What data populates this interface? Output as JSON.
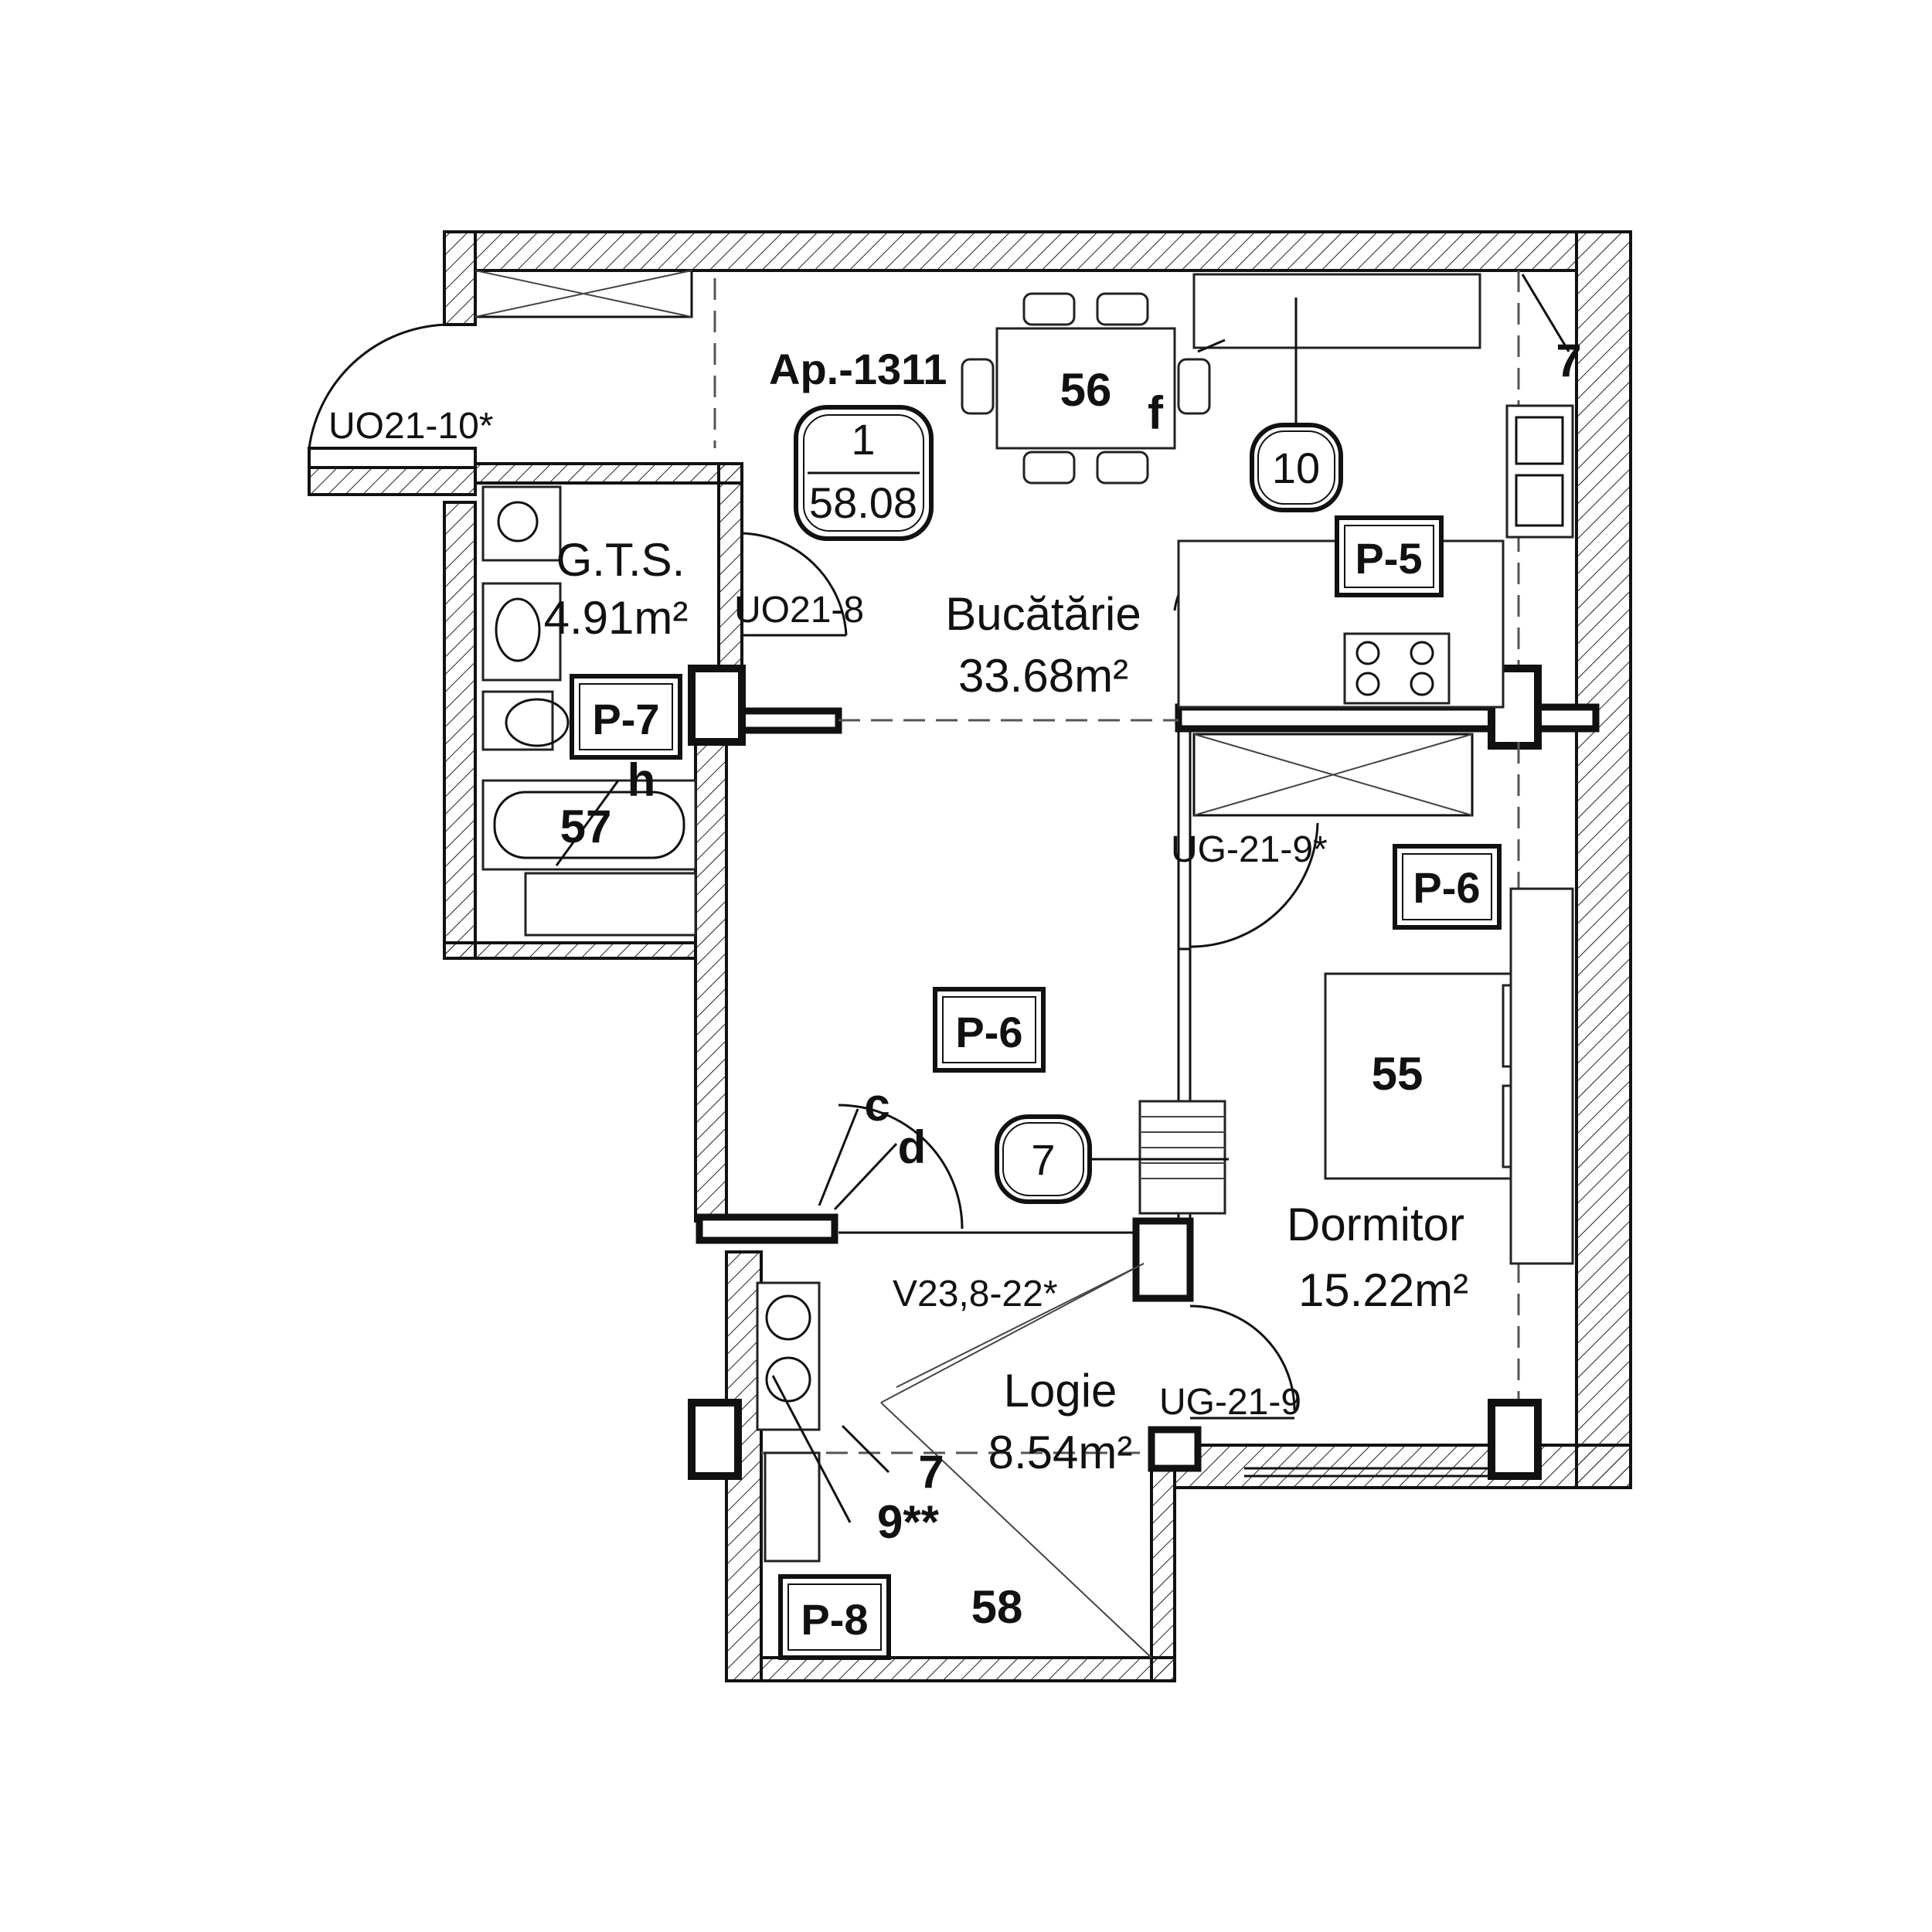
{
  "apartment": {
    "label": "Ap.-1311",
    "rooms_count": "1",
    "total_area": "58.08"
  },
  "rooms": [
    {
      "name": "Bucătărie",
      "area": "33.68m²"
    },
    {
      "name": "G.T.S.",
      "area": "4.91m²"
    },
    {
      "name": "Dormitor",
      "area": "15.22m²"
    },
    {
      "name": "Logie",
      "area": "8.54m²"
    }
  ],
  "finish_tags": [
    "P-5",
    "P-7",
    "P-6",
    "P-6",
    "P-8"
  ],
  "circle_tags": [
    "10",
    "7"
  ],
  "door_labels": [
    "UO21-10*",
    "UO21-8",
    "UG-21-9*",
    "UG-21-9"
  ],
  "window_labels": [
    "V23,8-22*"
  ],
  "numbers": [
    "56",
    "57",
    "55",
    "58",
    "7",
    "7",
    "9**"
  ],
  "letters": [
    "f",
    "h",
    "c",
    "d"
  ]
}
